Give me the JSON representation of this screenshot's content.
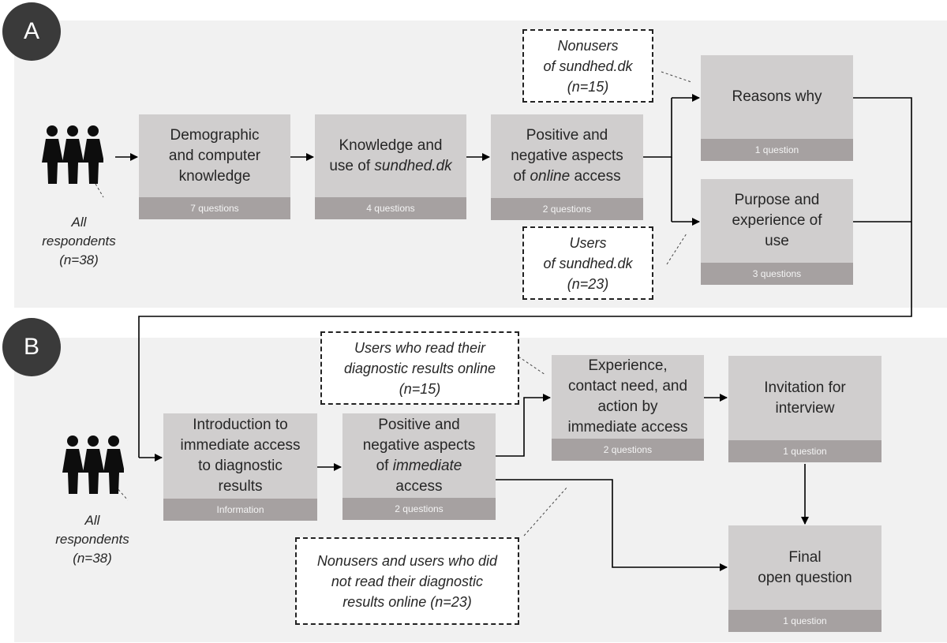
{
  "panels": {
    "a": {
      "badge": "A"
    },
    "b": {
      "badge": "B"
    }
  },
  "section_a": {
    "respondents": {
      "line1": "All",
      "line2": "respondents",
      "line3": "(n=38)"
    },
    "box1": {
      "title": "Demographic\nand computer\nknowledge",
      "foot": "7 questions"
    },
    "box2": {
      "title_pre": "Knowledge and\nuse of ",
      "title_em": "sundhed.dk",
      "foot": "4 questions"
    },
    "box3": {
      "title_pre": "Positive and\nnegative aspects\nof ",
      "title_em": "online",
      "title_post": " access",
      "foot": "2 questions"
    },
    "box4": {
      "title": "Reasons why",
      "foot": "1 question"
    },
    "box5": {
      "title": "Purpose and\nexperience of\nuse",
      "foot": "3 questions"
    },
    "note_nonusers": {
      "text": "Nonusers\nof sundhed.dk\n(n=15)"
    },
    "note_users": {
      "text": "Users\nof sundhed.dk\n(n=23)"
    }
  },
  "section_b": {
    "respondents": {
      "line1": "All",
      "line2": "respondents",
      "line3": "(n=38)"
    },
    "box1": {
      "title": "Introduction to\nimmediate access\nto diagnostic\nresults",
      "foot": "Information"
    },
    "box2": {
      "title_pre": "Positive and\nnegative aspects\nof ",
      "title_em": "immediate",
      "title_post": "\naccess",
      "foot": "2 questions"
    },
    "box3": {
      "title": "Experience,\ncontact need, and\naction by\nimmediate access",
      "foot": "2 questions"
    },
    "box4": {
      "title": "Invitation for\ninterview",
      "foot": "1 question"
    },
    "box5": {
      "title": "Final\nopen question",
      "foot": "1 question"
    },
    "note_readers": {
      "text": "Users who read their\ndiagnostic results online\n(n=15)"
    },
    "note_nonreaders": {
      "text": "Nonusers and users who did\nnot read their diagnostic\nresults online  (n=23)"
    }
  },
  "icons": [
    "people-group-icon",
    "arrow-icon"
  ],
  "colors": {
    "panel": "#f1f1f1",
    "box": "#d0cece",
    "box_footer": "#a6a1a1",
    "badge": "#3a3a3a"
  }
}
